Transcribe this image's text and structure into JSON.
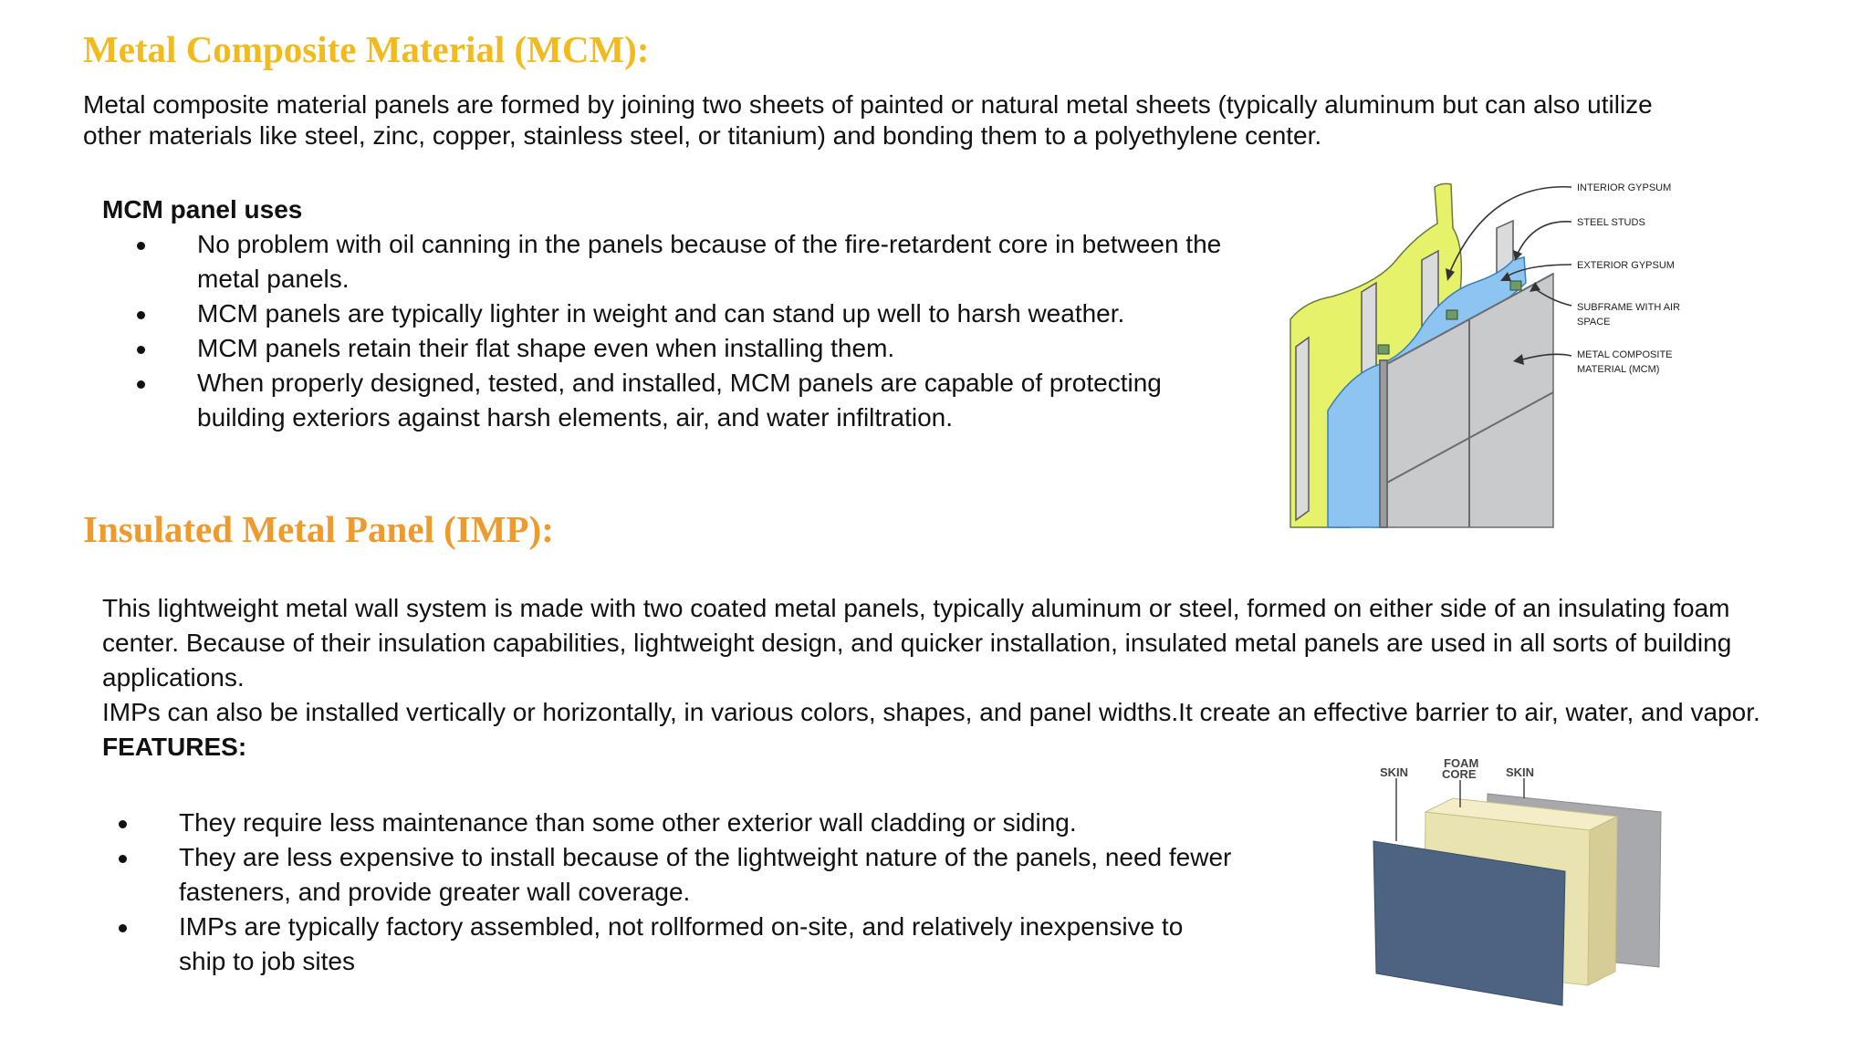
{
  "colors": {
    "mcm_heading": "#F2BA1C",
    "imp_heading": "#EE9A2C",
    "text": "#111111",
    "gypsum_yellow": "#E6F26A",
    "air_blue": "#8DC5F0",
    "panel_gray": "#C9CACC",
    "skin_blue": "#4C6381",
    "foam_core": "#E9E2B1",
    "skin_gray": "#A8A9AC"
  },
  "mcm": {
    "heading": "Metal Composite Material (MCM):",
    "intro": "Metal composite material panels are formed by joining two sheets of painted or natural metal sheets (typically aluminum but can also utilize other materials like steel, zinc, copper, stainless steel, or titanium) and bonding them to a polyethylene center.",
    "uses_heading": "MCM panel uses",
    "uses": [
      "No problem with oil canning in the panels because of the fire-retardent core in between the metal panels.",
      "MCM panels are typically lighter in weight and can stand up well to harsh weather.",
      "MCM panels retain their flat shape even when installing them.",
      "When properly designed, tested, and installed, MCM panels are capable of protecting building exteriors against harsh elements, air, and water infiltration."
    ],
    "diagram_labels": {
      "interior_gypsum": "INTERIOR GYPSUM",
      "steel_studs": "STEEL STUDS",
      "exterior_gypsum": "EXTERIOR GYPSUM",
      "subframe_line1": "SUBFRAME WITH AIR",
      "subframe_line2": "SPACE",
      "mcm_line1": "METAL COMPOSITE",
      "mcm_line2": "MATERIAL (MCM)"
    }
  },
  "imp": {
    "heading": "Insulated Metal Panel (IMP):",
    "paragraph1": "This lightweight metal wall system is made with two coated metal panels, typically aluminum or steel, formed on either side of an insulating foam center. Because of their insulation capabilities, lightweight design, and quicker installation, insulated metal panels are used in all sorts of building applications.",
    "paragraph2": "IMPs can also be installed vertically or horizontally, in various colors, shapes, and panel widths.It create an effective barrier to air, water, and vapor.",
    "features_heading": "FEATURES:",
    "features": [
      "They require less maintenance than some other exterior wall cladding or siding.",
      "They are less expensive to install because of the lightweight nature of the panels, need fewer fasteners, and provide greater wall coverage.",
      "IMPs are typically factory assembled, not rollformed on-site, and relatively inexpensive to ship to job sites"
    ],
    "diagram_labels": {
      "skin_left": "SKIN",
      "foam_line1": "FOAM",
      "foam_line2": "CORE",
      "skin_right": "SKIN"
    }
  }
}
